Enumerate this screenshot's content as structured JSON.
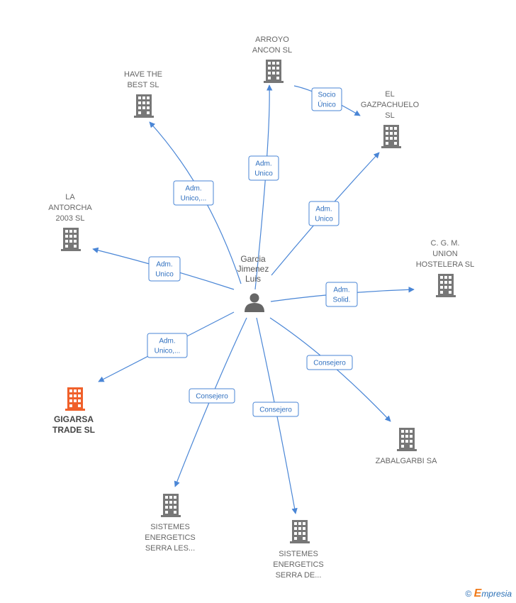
{
  "center": {
    "name_lines": [
      "Garcia",
      "Jimenez",
      "Luis"
    ],
    "icon": "person-icon"
  },
  "companies": [
    {
      "id": "arroyo",
      "lines": [
        "ARROYO",
        "ANCON SL"
      ],
      "icon": "building-icon",
      "highlight": false
    },
    {
      "id": "have",
      "lines": [
        "HAVE THE",
        "BEST  SL"
      ],
      "icon": "building-icon",
      "highlight": false
    },
    {
      "id": "gazpachuelo",
      "lines": [
        "EL",
        "GAZPACHUELO",
        "SL"
      ],
      "icon": "building-icon",
      "highlight": false
    },
    {
      "id": "antorcha",
      "lines": [
        "LA",
        "ANTORCHA",
        "2003  SL"
      ],
      "icon": "building-icon",
      "highlight": false
    },
    {
      "id": "cgm",
      "lines": [
        "C.  G. M.",
        "UNION",
        "HOSTELERA SL"
      ],
      "icon": "building-icon",
      "highlight": false
    },
    {
      "id": "gigarsa",
      "lines": [
        "GIGARSA",
        "TRADE  SL"
      ],
      "icon": "building-icon",
      "highlight": true
    },
    {
      "id": "zabalgarbi",
      "lines": [
        "ZABALGARBI SA"
      ],
      "icon": "building-icon",
      "highlight": false
    },
    {
      "id": "sistemes1",
      "lines": [
        "SISTEMES",
        "ENERGETICS",
        "SERRA LES..."
      ],
      "icon": "building-icon",
      "highlight": false
    },
    {
      "id": "sistemes2",
      "lines": [
        "SISTEMES",
        "ENERGETICS",
        "SERRA DE..."
      ],
      "icon": "building-icon",
      "highlight": false
    }
  ],
  "relations": [
    {
      "from": "center",
      "to": "arroyo",
      "label_lines": [
        "Adm.",
        "Unico"
      ]
    },
    {
      "from": "center",
      "to": "have",
      "label_lines": [
        "Adm.",
        "Unico,..."
      ]
    },
    {
      "from": "center",
      "to": "gazpachuelo",
      "label_lines": [
        "Adm.",
        "Unico"
      ]
    },
    {
      "from": "arroyo",
      "to": "gazpachuelo",
      "label_lines": [
        "Socio",
        "Único"
      ]
    },
    {
      "from": "center",
      "to": "antorcha",
      "label_lines": [
        "Adm.",
        "Unico"
      ]
    },
    {
      "from": "center",
      "to": "cgm",
      "label_lines": [
        "Adm.",
        "Solid."
      ]
    },
    {
      "from": "center",
      "to": "gigarsa",
      "label_lines": [
        "Adm.",
        "Unico,..."
      ]
    },
    {
      "from": "center",
      "to": "zabalgarbi",
      "label_lines": [
        "Consejero"
      ]
    },
    {
      "from": "center",
      "to": "sistemes1",
      "label_lines": [
        "Consejero"
      ]
    },
    {
      "from": "center",
      "to": "sistemes2",
      "label_lines": [
        "Consejero"
      ]
    }
  ],
  "colors": {
    "edge": "#4a86d6",
    "building": "#777777",
    "building_highlight": "#f0602a",
    "person": "#666666"
  },
  "footer": {
    "copyright": "©",
    "brand": "mpresia",
    "brand_initial": "E"
  }
}
